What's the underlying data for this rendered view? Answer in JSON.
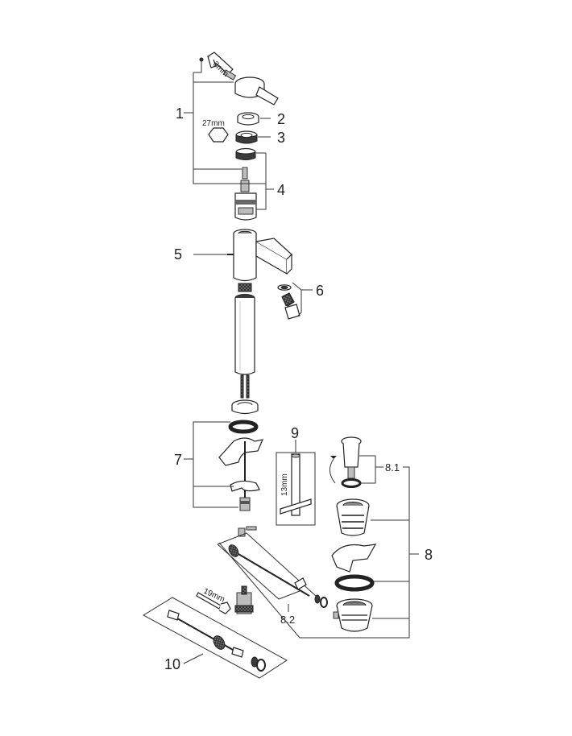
{
  "labels": {
    "p1": "1",
    "p2": "2",
    "p3": "3",
    "p4": "4",
    "p5": "5",
    "p6": "6",
    "p7": "7",
    "p8": "8",
    "p8_1": "8.1",
    "p8_2": "8.2",
    "p9": "9",
    "p10": "10"
  },
  "dimensions": {
    "allen_key": "3mm",
    "hex_nut": "27mm",
    "tool_9": "13mm",
    "wrench": "19mm"
  }
}
